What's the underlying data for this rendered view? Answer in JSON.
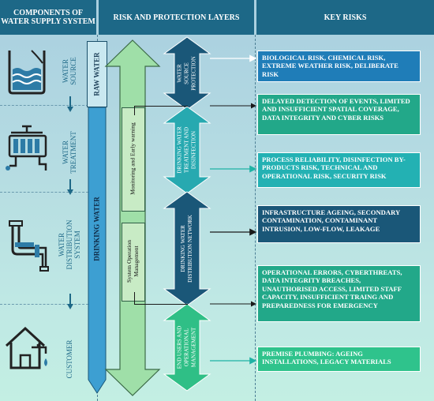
{
  "headers": {
    "components": "COMPONENTS OF WATER SUPPLY SYSTEM",
    "layers": "RISK AND PROTECTION LAYERS",
    "risks": "KEY RISKS"
  },
  "stages": [
    {
      "label": "WATER SOURCE",
      "icon": "water-source-icon"
    },
    {
      "label": "WATER TREATMENT",
      "icon": "water-treatment-icon"
    },
    {
      "label": "WATER DISTRIBUTION SYSTEM",
      "icon": "water-distribution-icon"
    },
    {
      "label": "CUSTOMER",
      "icon": "customer-house-icon"
    }
  ],
  "water_bar": {
    "raw": "RAW WATER",
    "drinking": "DRINKING WATER"
  },
  "layer_boxes": {
    "monitoring": "Monitoring and Early warning",
    "operation": "System Operation Management"
  },
  "protection_layers": [
    "WATER SOURCE PROTECTION",
    "DRINKING WATER TREATMENT AND DISINFECTION",
    "DRINKING WATER DISTRIBUTION NETWORK",
    "END USERS AND OPERATIONAL MANAGEMENT"
  ],
  "key_risks": [
    "BIOLOGICAL RISK, CHEMICAL RISK, EXTREME WEATHER RISK, DELIBERATE RISK",
    "DELAYED DETECTION OF EVENTS, LIMITED AND INSUFFICIENT SPATIAL COVERAGE, DATA INTEGRITY AND CYBER RISKS",
    "PROCESS RELIABILITY, DISINFECTION BY-PRODUCTS RISK, TECHNICAL AND OPERATIONAL RISK, SECURITY RISK",
    "INFRASTRUCTURE AGEING, SECONDARY CONTAMINATION, CONTAMINANT INTRUSION, LOW-FLOW, LEAKAGE",
    "OPERATIONAL ERRORS, CYBERTHREATS, DATA INTEGRITY BREACHES, UNAUTHORISED ACCESS, LIMITED STAFF CAPACITY, INSUFFICIENT TRAING AND PREPAREDNESS FOR EMERGENCY",
    "PREMISE PLUMBING: AGEING INSTALLATIONS, LEGACY MATERIALS"
  ],
  "colors": {
    "header": "#1d6887",
    "navy_box": "#1a5778",
    "teal_box": "#27a9b0",
    "green_box": "#2fbf86",
    "blue_arrow": "#2f96c5",
    "light_blue_arrow": "#8fd0ec",
    "big_green_arrow": "#9fdfa8"
  }
}
